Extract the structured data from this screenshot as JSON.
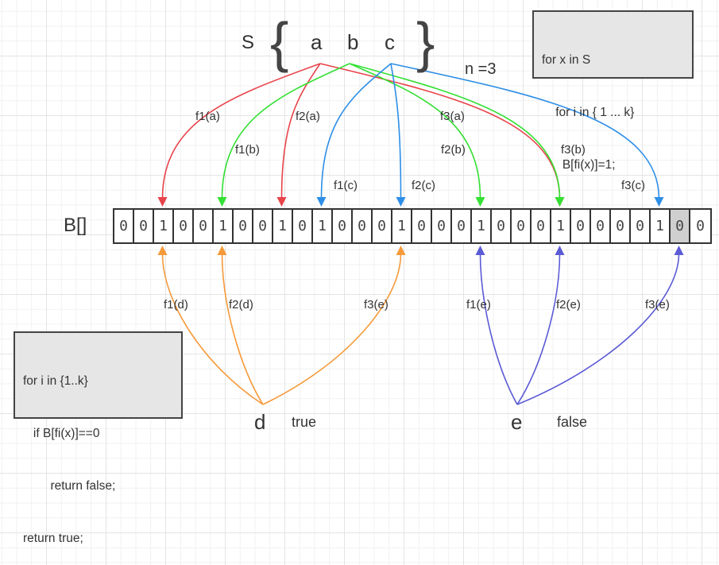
{
  "set": {
    "name": "S",
    "open_brace": "{",
    "close_brace": "}",
    "elements": [
      "a",
      "b",
      "c"
    ],
    "n_label": "n =3"
  },
  "insert_code": {
    "lines": [
      "for x in S",
      "    for i in { 1 ... k}",
      "      B[fi(x)]=1;"
    ]
  },
  "query_code": {
    "lines": [
      "for i in {1..k}",
      "   if B[fi(x)]==0",
      "        return false;",
      "return true;"
    ]
  },
  "array": {
    "label": "B[]",
    "bits": [
      0,
      0,
      1,
      0,
      0,
      1,
      0,
      0,
      1,
      0,
      1,
      0,
      0,
      0,
      1,
      0,
      0,
      0,
      1,
      0,
      0,
      0,
      1,
      0,
      0,
      0,
      0,
      1,
      0,
      0
    ],
    "highlighted_index": 28
  },
  "colors": {
    "a": "#e8434a",
    "b": "#33e033",
    "c": "#2d8ee6",
    "d": "#f59a3a",
    "e": "#5b5bd6"
  },
  "insert_mappings": [
    {
      "element": "a",
      "label": "f1(a)",
      "index": 2
    },
    {
      "element": "a",
      "label": "f2(a)",
      "index": 8
    },
    {
      "element": "a",
      "label": "f3(a)",
      "index": 22
    },
    {
      "element": "b",
      "label": "f1(b)",
      "index": 5
    },
    {
      "element": "b",
      "label": "f2(b)",
      "index": 18
    },
    {
      "element": "b",
      "label": "f3(b)",
      "index": 22
    },
    {
      "element": "c",
      "label": "f1(c)",
      "index": 10
    },
    {
      "element": "c",
      "label": "f2(c)",
      "index": 14
    },
    {
      "element": "c",
      "label": "f3(c)",
      "index": 27
    }
  ],
  "queries": [
    {
      "element": "d",
      "result": "true",
      "mappings": [
        {
          "label": "f1(d)",
          "index": 2
        },
        {
          "label": "f2(d)",
          "index": 5
        },
        {
          "label": "f3(e)",
          "index": 14
        }
      ]
    },
    {
      "element": "e",
      "result": "false",
      "mappings": [
        {
          "label": "f1(e)",
          "index": 18
        },
        {
          "label": "f2(e)",
          "index": 22
        },
        {
          "label": "f3(e)",
          "index": 28
        }
      ]
    }
  ]
}
